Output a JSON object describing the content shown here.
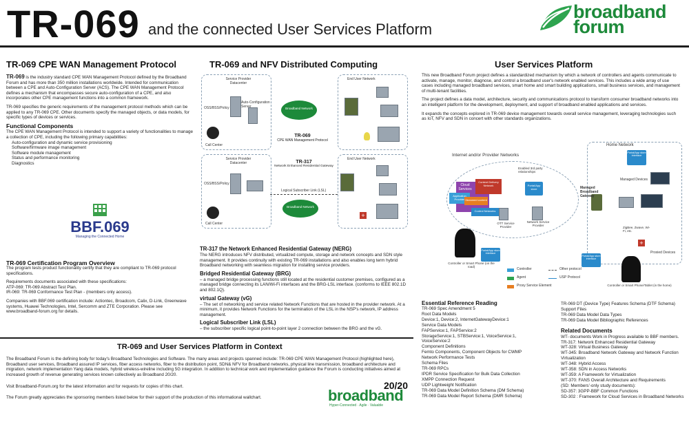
{
  "header": {
    "title": "TR-069",
    "subtitle": "and the connected User Services Platform",
    "logo_word1": "broadband",
    "logo_word2": "forum"
  },
  "left": {
    "heading": "TR-069 CPE WAN Management Protocol",
    "para1_lead": "TR-069",
    "para1": " is the industry standard CPE WAN Management Protocol defined by the Broadband Forum and has more than 350 million installations worldwide. Intended for communication between a CPE and Auto-Configuration Server (ACS). The CPE WAN Management Protocol defines a mechanism that encompasses secure auto-configuration of a CPE, and also incorporates other CPE management functions into a common framework.",
    "para2": "TR-069 specifies the generic requirements of the management protocol methods which can be applied to any TR-069 CPE. Other documents specify the managed objects, or data models, for specific types of devices or services.",
    "func_heading": "Functional Components",
    "func_intro": "The CPE WAN Management Protocol is intended to support a variety of functionalities to manage a collection of CPE, including the following primary capabilities:",
    "func_items": [
      "Auto-configuration and dynamic service provisioning",
      "Software/firmware image management",
      "Software module management",
      "Status and performance monitoring",
      "Diagnostics"
    ],
    "bbf_logo": "BBF.069",
    "bbf_tag": "Managing the Connected Home",
    "cert_heading": "TR-069 Certification Program Overview",
    "cert_text": "The program tests product functionality certify that they are compliant to TR-069 protocol specifications.",
    "req_text": "Requirements documents associated with these specifications:",
    "req_items": [
      "ATP-069: TR-069 Abstract Test Plan.",
      "IR-069: TR-069 Conformance Test Plan - (members only access)."
    ],
    "companies": "Companies with BBF.069 certification include: Actiontec, Broadcom, Calix, D-Link, Greenwave systems, Huawei Technologies, Intel, Sercomm and ZTE Corporation. Please see www.broadband-forum.org for details."
  },
  "middle": {
    "heading": "TR-069 and NFV Distributed Computing",
    "d1_sp": "Service Provider Datacenter",
    "d1_eu": "End User Network",
    "d1_oss": "OSS/BSS/Policy",
    "d1_acs": "Auto-Configuration Server",
    "d1_cloud": "Broadband Network",
    "d1_proto": "TR-069",
    "d1_proto_sub": "CPE WAN Management Protocol",
    "d1_cc": "Call Center",
    "d2_sp": "Service Provider Datacenter",
    "d2_eu": "End User Network",
    "d2_oss": "OSS/BSS/Policy",
    "d2_proto": "TR-317",
    "d2_proto_sub": "Network Enhanced Residential Gateway",
    "d2_cloud": "Broadband Network",
    "d2_lsl": "Logical Subscriber Link (LSL)",
    "d2_cc": "Call Center",
    "nerg_heading": "TR-317 the Network Enhanced Residential Gateway (NERG)",
    "nerg_text": "The NERG introduces NFV distributed, virtualized compute, storage and network concepts and SDN style management. It provides continuity with existing TR-069 installations and also enables long term hybrid Broadband networking with seamless migration for installing service providers.",
    "brg_heading": "Bridged Residential Gateway (BRG)",
    "brg_text": " – a managed bridge processing functions still located at the residential customer premises, configured as a managed bridge connecting its LAN/Wi-Fi interfaces and the BRG-LSL interface. (conforms to IEEE 802.1D and 802.1Q).",
    "vg_heading": "virtual Gateway (vG)",
    "vg_text": " – The set of networking and service related Network Functions that are hosted in the provider network. At a minimum, it provides Network Functions for the termination of the LSL in the NSP's network, IP address management.",
    "lsl_heading": "Logical Subscriber Link (LSL)",
    "lsl_text": " – the subscriber specific logical point-to-point layer 2 connection between the BRG and the vG."
  },
  "right": {
    "heading": "User Services Platform",
    "para1": "This new Broadband Forum project defines a standardized mechanism by which a network of controllers and agents communicate to activate, manage, monitor, diagnose, and control a broadband user's network enabled services. This includes a wide array of use cases including managed broadband services, smart home and smart building applications, small business services, and management of multi-tenant facilities.",
    "para2": "The project defines a data model, architecture, security and communications protocol to transform consumer broadband networks into an intelligent platform for the development, deployment, and support of broadband enabled applications and services.",
    "para3": "It expands the concepts explored in TR-069 device management towards overall service management, leveraging technologies such as IoT, NFV and SDN in concert with other standards organizations.",
    "diag_home": "Home Network",
    "diag_internet": "Internet and/or Provider Networks",
    "diag_enabled": "Enabled 3rd party relationships",
    "diag_portal1": "Portal/App store",
    "diag_cloud1": "Cloud Services",
    "diag_appstore": "Application Provider",
    "diag_content": "Content Delivery Network",
    "diag_stream": "Streamed content",
    "diag_control": "Control Networks",
    "diag_ott": "OTT Service Provider",
    "diag_nsp": "Network Service Provider",
    "diag_mbg": "Managed Broadband Gateway",
    "diag_managed": "Managed Devices",
    "diag_portal2": "Portal/App store interface",
    "diag_portal3": "Portal/App store interface",
    "diag_portal4": "Portal/App store interface",
    "diag_zigbee": "ZigBee, Zwave, Wi-Fi, etc.",
    "diag_proxied": "Proxied Devices",
    "diag_ctrl1": "Controller or Smart Phone (on the road)",
    "diag_ctrl2": "Controller or Smart Phone/Tablet (in the home)",
    "legend_controller": "Controller",
    "legend_agent": "Agent",
    "legend_proxy": "Proxy Service Element",
    "legend_other": "Other protocol",
    "legend_usp": "USP Protocol",
    "ref_heading": "Essential Reference Reading",
    "ref_items": [
      "TR-069 Spec Amendment 5",
      "Root Data Models",
      "Device:1, Device:2, InternetGatewayDevice:1",
      "Service Data Models",
      "FAPService:1, FAPService:2",
      "StorageService:1, STBService:1, VoiceService:1,",
      "VoiceService:2",
      "Component Definitions",
      "Femto Components, Component Objects for CWMP",
      "Network Performance Tests",
      "Schema Files",
      "TR-069 RPCs",
      "IPDR Service Specification for Bulk Data Collection",
      "XMPP Connection Request",
      "UDP Lightweight Notification",
      "TR-069 Data Model Definition Schema (DM Schema)",
      "TR-069 Data Model Report Schema (DMR Schema)"
    ],
    "ref2_items": [
      "TR-069 DT (Device Type) Features Schema (DTF Schema)",
      "Support Files",
      "TR-069 Data Model Data Types",
      "TR-069 Data Model Bibliographic References"
    ],
    "rel_heading": "Related Documents",
    "rel_items": [
      "WT- documents Work in Progress available to BBF members.",
      "TR-317: Network Enhanced Residential Gateway",
      "WT-328: Virtual Business Gateway",
      "WT-345: Broadband Network Gateway and Network Function Virtualization",
      "WT-348: Hybrid Access",
      "WT-358: SDN in Access Networks",
      "WT-359: A Framework for Virtualization",
      "WT-370: FANS Overall Architecture and Requirements",
      "(SD: Members'-only study documents):",
      "SD-357: 3GPP-BBF Common Functions",
      "SD-302 : Framework for Cloud Services in Broadband Networks"
    ]
  },
  "bottom": {
    "heading": "TR-069 and User Services Platform in Context",
    "para1": "The Broadband Forum is the defining body for today's Broadband Technologies and Software. The many areas and projects spanned include: TR-069 CPE WAN Management Protocol (highlighted here), Broadband user services, Broadband assured IP services, fiber access networks, fiber to the distribution point, SDN& NFV for Broadband networks, physical line transmission, broadband architecture and migration, network implementation Yang data models, hybrid wireless-wireline including 5G integration. In addition to technical work and implementation guidance the Forum is conducting initiatives aimed at increased growth of revenue generating services known collectively as Broadband 20/20.",
    "para2": "Visit Broadband-Forum.org for the latest information and for requests for copies of this chart.",
    "para3": "The Forum greatly appreciates the sponsoring members listed below for their support of the production of this informational wallchart.",
    "bb2020_num": "20/20",
    "bb2020_word": "broadband",
    "bb2020_tag": "Hyper-Connected · Agile · Valuable"
  },
  "colors": {
    "accent_green": "#1d8a3a",
    "navy": "#2a3a8c",
    "rule": "#1d1d1d"
  }
}
